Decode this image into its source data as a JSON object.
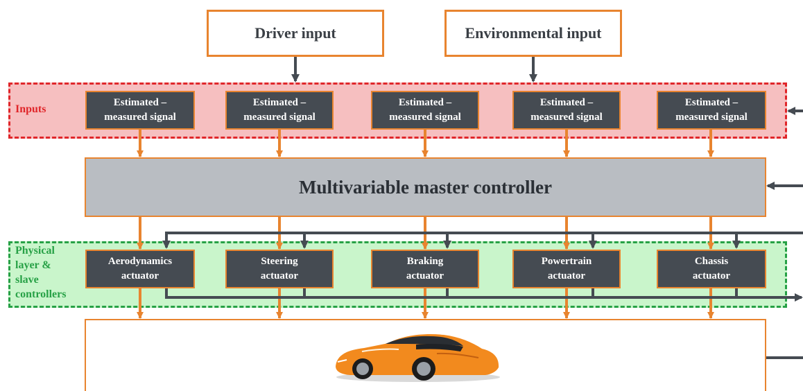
{
  "top_inputs": {
    "driver": "Driver input",
    "environmental": "Environmental input"
  },
  "inputs_region": {
    "label": "Inputs",
    "signals": [
      {
        "line1": "Estimated –",
        "line2": "measured signal"
      },
      {
        "line1": "Estimated –",
        "line2": "measured signal"
      },
      {
        "line1": "Estimated –",
        "line2": "measured signal"
      },
      {
        "line1": "Estimated –",
        "line2": "measured signal"
      },
      {
        "line1": "Estimated –",
        "line2": "measured signal"
      }
    ]
  },
  "master_controller": "Multivariable master controller",
  "physical_region": {
    "label_lines": [
      "Physical",
      "layer &",
      "slave",
      "controllers"
    ],
    "actuators": [
      {
        "line1": "Aerodynamics",
        "line2": "actuator"
      },
      {
        "line1": "Steering",
        "line2": "actuator"
      },
      {
        "line1": "Braking",
        "line2": "actuator"
      },
      {
        "line1": "Powertrain",
        "line2": "actuator"
      },
      {
        "line1": "Chassis",
        "line2": "actuator"
      }
    ]
  },
  "colors": {
    "orange": "#e8842f",
    "dark_gray": "#454b52",
    "master_gray": "#b9bdc2",
    "inputs_red": "#e0262a",
    "inputs_fill": "#f6bfc0",
    "physical_green": "#27a146",
    "physical_fill": "#c9f5cb",
    "car_body": "#f28a1e"
  },
  "icons": [
    "sports-car-image",
    "arrow-down-icon",
    "arrow-left-icon",
    "arrow-right-icon"
  ]
}
